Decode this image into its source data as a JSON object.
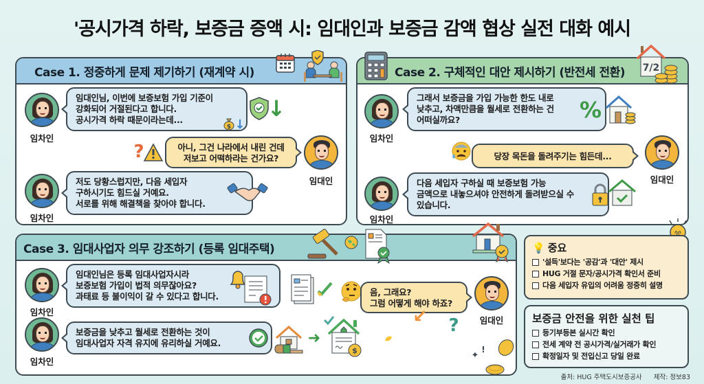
{
  "title": "'공시가격 하락, 보증금 증액 시: 임대인과 보증금 감액 협상 실전 대화 예시",
  "roles": {
    "tenant": "임차인",
    "landlord": "임대인"
  },
  "colors": {
    "case1_header": "#9fcbe6",
    "case2_header": "#a7d6ad",
    "case3_header": "#9fd3d1",
    "tenant_bubble": "#dbeaf3",
    "landlord_bubble": "#fbe6b0",
    "tenant_avatar": "#6fb894",
    "landlord_avatar": "#f2b63c",
    "important_box": "#fbedd0"
  },
  "case1": {
    "title": "Case 1. 정중하게 문제 제기하기 (재계약 시)",
    "header_icons": [
      "calendar-icon",
      "meeting-icon",
      "shield-check-icon"
    ],
    "messages": [
      {
        "speaker": "임차인",
        "text": "임대인님, 이번에 보증보험 가입 기준이\n강화되어 거절된다고 합니다.\n공시가격 하락 때문이라는데...",
        "icons": [
          "money-bag-icon",
          "arrow-down-icon",
          "shield-check-icon",
          "arrow-down-icon"
        ]
      },
      {
        "speaker": "임대인",
        "text": "아니, 그건 나라에서 내린 건데\n저보고 어떡하라는 건가요?",
        "icons": [
          "question-icon",
          "warning-icon"
        ]
      },
      {
        "speaker": "임차인",
        "text": "저도 당황스럽지만, 다음 세입자\n구하시기도 힘드실 거예요.\n서로를 위해 해결책을 찾아야 합니다.",
        "icons": [
          "handshake-icon"
        ]
      }
    ]
  },
  "case2": {
    "title": "Case 2. 구체적인 대안 제시하기 (반전세 전환)",
    "header_icons": [
      "calculator-icon",
      "house-half-icon",
      "coins-icon"
    ],
    "house_fraction": "7/2",
    "messages": [
      {
        "speaker": "임차인",
        "text": "그래서 보증금을 가입 가능한 한도 내로\n낮추고, 차액만큼을 월세로 전환하는 건\n어떠실까요?",
        "icons": [
          "percent-icon",
          "house-coins-icon"
        ]
      },
      {
        "speaker": "임대인",
        "text": "당장 목돈을 돌려주기는 힘든데...",
        "icons": [
          "anxious-face-icon"
        ]
      },
      {
        "speaker": "임차인",
        "text": "다음 세입자 구하실 때 보증보험 가능\n금액으로 내놓으셔야 안전하게 돌려받으실 수\n있습니다.",
        "icons": [
          "padlock-icon",
          "house-check-icon"
        ]
      }
    ]
  },
  "case3": {
    "title": "Case 3. 임대사업자 의무 강조하기 (등록 임대주택)",
    "header_icons": [
      "gavel-icon",
      "globe-icon",
      "certificate-icon",
      "house-badge-icon"
    ],
    "messages": [
      {
        "speaker": "임차인",
        "text": "임대인님은 등록 임대사업자시라\n보증보험 가입이 법적 의무잖아요?\n과태료 등 불이익이 갈 수 있다고 합니다.",
        "icons": [
          "bell-icon",
          "document-alert-icon",
          "documents-icon",
          "check-icon"
        ]
      },
      {
        "speaker": "임대인",
        "text": "음, 그래요?\n그럼 어떻게 해야 하죠?",
        "icons": [
          "thinking-face-icon",
          "question-icon"
        ]
      },
      {
        "speaker": "임차인",
        "text": "보증금을 낮추고 월세로 전환하는 것이\n임대사업자 자격 유지에 유리하실 거예요.",
        "icons": [
          "check-circle-icon",
          "house-coins-icon",
          "arrow-right-icon",
          "house-contract-icon"
        ]
      }
    ]
  },
  "important": {
    "title": "중요",
    "icon": "lightbulb-icon",
    "items": [
      "'설득'보다는 '공감'과 '대안' 제시",
      "HUG 거절 문자/공시가격 확인서 준비",
      "다음 세입자 유입의 어려움 정중히 설명"
    ]
  },
  "tips": {
    "title": "보증금 안전을 위한 실천 팁",
    "items": [
      "등기부등본 실시간 확인",
      "전세 계약 전 공시가격/실거래가 확인",
      "확정일자 및 전입신고 당일 완료"
    ]
  },
  "footer": {
    "source": "출처: HUG 주택도시보증공사",
    "credit": "제작: 정보83"
  }
}
